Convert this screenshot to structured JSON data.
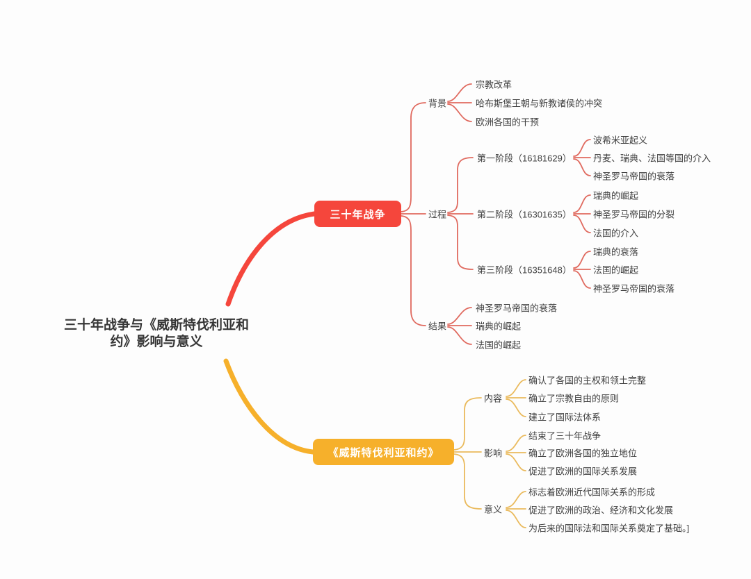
{
  "title": "三十年战争与《威斯特伐利亚和约》影响与意义",
  "colors": {
    "branch1_node": "#f5463c",
    "branch1_line": "#e06a5f",
    "branch2_node": "#f6b02b",
    "branch2_line": "#eaba5c",
    "text": "#3f3f3f"
  },
  "branches": [
    {
      "label": "三十年战争",
      "topics": [
        {
          "label": "背景",
          "items": [
            "宗教改革",
            "哈布斯堡王朝与新教诸侯的冲突",
            "欧洲各国的干预"
          ]
        },
        {
          "label": "过程",
          "items": [
            {
              "label": "第一阶段（16181629）",
              "items": [
                "波希米亚起义",
                "丹麦、瑞典、法国等国的介入",
                "神圣罗马帝国的衰落"
              ]
            },
            {
              "label": "第二阶段（16301635）",
              "items": [
                "瑞典的崛起",
                "神圣罗马帝国的分裂",
                "法国的介入"
              ]
            },
            {
              "label": "第三阶段（16351648）",
              "items": [
                "瑞典的衰落",
                "法国的崛起",
                "神圣罗马帝国的衰落"
              ]
            }
          ]
        },
        {
          "label": "结果",
          "items": [
            "神圣罗马帝国的衰落",
            "瑞典的崛起",
            "法国的崛起"
          ]
        }
      ]
    },
    {
      "label": "《威斯特伐利亚和约》",
      "topics": [
        {
          "label": "内容",
          "items": [
            "确认了各国的主权和领土完整",
            "确立了宗教自由的原则",
            "建立了国际法体系"
          ]
        },
        {
          "label": "影响",
          "items": [
            "结束了三十年战争",
            "确立了欧洲各国的独立地位",
            "促进了欧洲的国际关系发展"
          ]
        },
        {
          "label": "意义",
          "items": [
            "标志着欧洲近代国际关系的形成",
            "促进了欧洲的政治、经济和文化发展",
            "为后来的国际法和国际关系奠定了基础。]"
          ]
        }
      ]
    }
  ]
}
